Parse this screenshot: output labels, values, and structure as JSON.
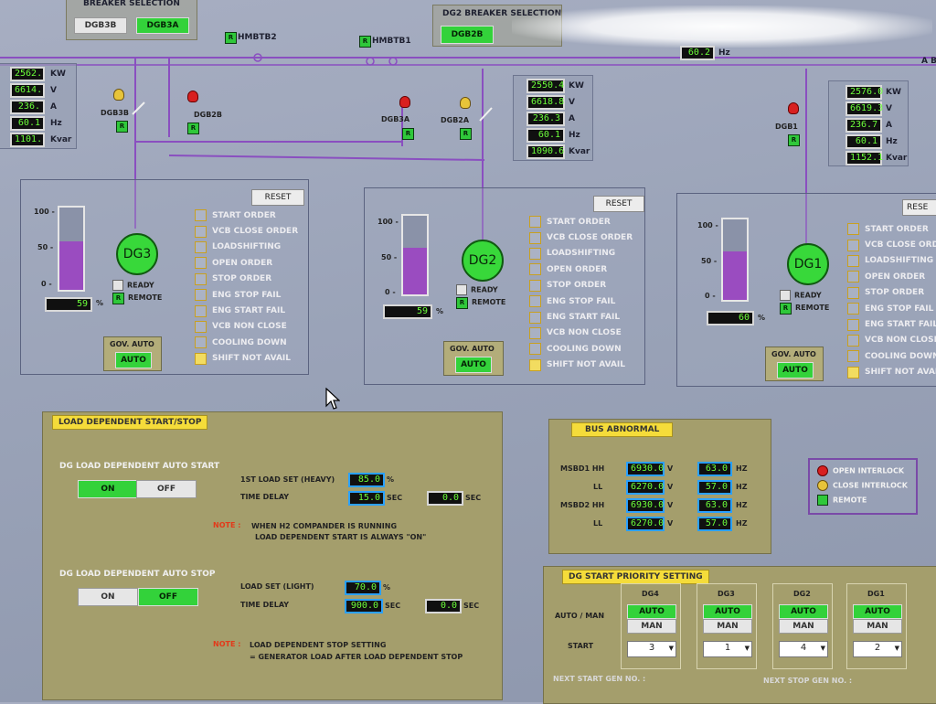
{
  "top": {
    "breaker_sel_1": {
      "title": "BREAKER SELECTION",
      "btn_left": "DGB3B",
      "btn_right": "DGB3A"
    },
    "breaker_sel_2": {
      "title": "DG2 BREAKER SELECTION",
      "btn_left": "DGB2B"
    },
    "hmbtb2": "HMBTB2",
    "hmbtb1": "HMBTB1",
    "r_tag": "R",
    "freq": {
      "value": "60.2",
      "unit": "Hz"
    },
    "bus_right_label": "A BU"
  },
  "units": {
    "kw": "KW",
    "v": "V",
    "a": "A",
    "hz": "Hz",
    "kvar": "Kvar"
  },
  "meter_left": {
    "kw": "2562.",
    "v": "6614.",
    "a": "236.",
    "hz": "60.1",
    "kvar": "1101."
  },
  "meter_dg2": {
    "kw": "2550.4",
    "v": "6618.8",
    "a": "236.3",
    "hz": "60.1",
    "kvar": "1090.6"
  },
  "meter_dg1": {
    "kw": "2576.0",
    "v": "6619.3",
    "a": "236.7",
    "hz": "60.1",
    "kvar": "1152.1"
  },
  "breakers": {
    "dgb3b": "DGB3B",
    "dgb2b": "DGB2B",
    "dgb3a": "DGB3A",
    "dgb2a": "DGB2A",
    "dgb1": "DGB1"
  },
  "scale": {
    "s100": "100 -",
    "s50": "50 -",
    "s0": "0 -"
  },
  "percent_sign": "%",
  "orders": [
    "START ORDER",
    "VCB CLOSE ORDER",
    "LOADSHIFTING",
    "OPEN ORDER",
    "STOP ORDER",
    "ENG STOP FAIL",
    "ENG START FAIL",
    "VCB NON CLOSE",
    "COOLING DOWN",
    "SHIFT NOT AVAIL"
  ],
  "orders_dg1": [
    "START ORDER",
    "VCB CLOSE ORD",
    "LOADSHIFTING",
    "OPEN ORDER",
    "STOP ORDER",
    "ENG STOP FAIL",
    "ENG START FAIL",
    "VCB NON CLOSE",
    "COOLING DOWN",
    "SHIFT NOT AVAIL"
  ],
  "gen_common": {
    "reset": "RESET",
    "reset_cut": "RESE",
    "ready": "READY",
    "remote": "REMOTE",
    "gov_auto": "GOV. AUTO",
    "auto": "AUTO"
  },
  "dg3": {
    "name": "DG3",
    "percent": "59",
    "fill": 0.59
  },
  "dg2": {
    "name": "DG2",
    "percent": "59",
    "fill": 0.59
  },
  "dg1": {
    "name": "DG1",
    "percent": "60",
    "fill": 0.6
  },
  "load_dep": {
    "title": "LOAD DEPENDENT START/STOP",
    "auto_start_title": "DG LOAD DEPENDENT AUTO START",
    "on": "ON",
    "off": "OFF",
    "first_load_label": "1ST LOAD SET (HEAVY)",
    "first_load_value": "85.0",
    "time_delay_label": "TIME DELAY",
    "start_delay_value": "15.0",
    "start_delay_elapsed": "0.0",
    "sec": "SEC",
    "note_label": "NOTE :",
    "note1_line1": "WHEN H2 COMPANDER IS RUNNING",
    "note1_line2": "LOAD DEPENDENT START IS ALWAYS \"ON\"",
    "auto_stop_title": "DG LOAD DEPENDENT AUTO STOP",
    "light_load_label": "LOAD SET (LIGHT)",
    "light_load_value": "70.0",
    "stop_delay_value": "900.0",
    "stop_delay_elapsed": "0.0",
    "note2_line1": "LOAD DEPENDENT STOP SETTING",
    "note2_line2": "= GENERATOR LOAD AFTER LOAD DEPENDENT STOP"
  },
  "bus_abnormal": {
    "title": "BUS ABNORMAL",
    "rows": [
      {
        "label": "MSBD1 HH",
        "v": "6930.0",
        "hz": "63.0"
      },
      {
        "label": "LL",
        "v": "6270.0",
        "hz": "57.0"
      },
      {
        "label": "MSBD2 HH",
        "v": "6930.0",
        "hz": "63.0"
      },
      {
        "label": "LL",
        "v": "6270.0",
        "hz": "57.0"
      }
    ],
    "v_unit": "V",
    "hz_unit": "HZ"
  },
  "legend": {
    "open": "OPEN INTERLOCK",
    "close": "CLOSE INTERLOCK",
    "remote": "REMOTE"
  },
  "priority": {
    "title": "DG START PRIORITY SETTING",
    "auto_man_label": "AUTO / MAN",
    "start_label": "START",
    "cols": [
      {
        "name": "DG4",
        "auto": "AUTO",
        "man": "MAN",
        "start": "3"
      },
      {
        "name": "DG3",
        "auto": "AUTO",
        "man": "MAN",
        "start": "1"
      },
      {
        "name": "DG2",
        "auto": "AUTO",
        "man": "MAN",
        "start": "4"
      },
      {
        "name": "DG1",
        "auto": "AUTO",
        "man": "MAN",
        "start": "2"
      }
    ],
    "next_start": "NEXT START GEN NO. :",
    "next_stop": "NEXT STOP GEN NO. :"
  },
  "colors": {
    "bus_line": "#8a4fc0",
    "fill": "#9a4cc0",
    "green": "#33d23a",
    "yellow": "#f5dc3a",
    "olive": "#a49e6c"
  }
}
